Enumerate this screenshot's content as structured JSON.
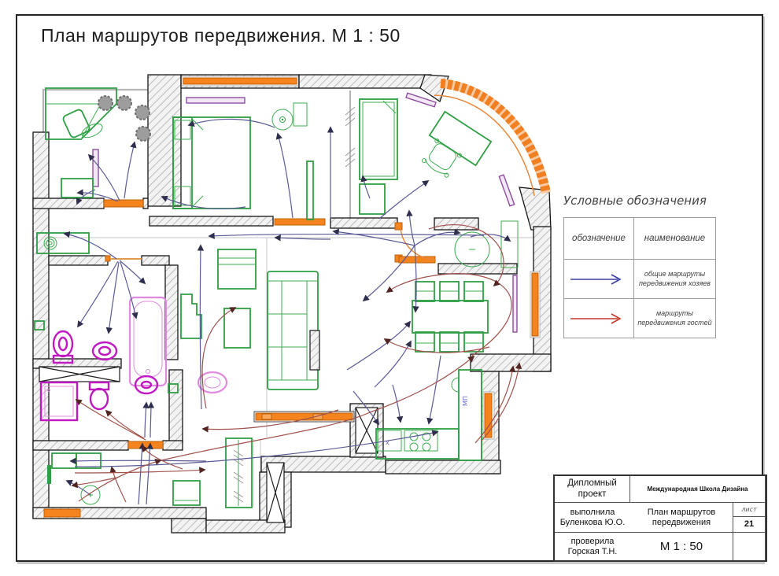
{
  "page": {
    "title": "План маршрутов передвижения. М 1 : 50"
  },
  "legend": {
    "title": "Условные обозначения",
    "columns": [
      "обозначение",
      "наименование"
    ],
    "rows": [
      {
        "symbol": "blue-route-arrow",
        "color": "#3d3da0",
        "label": "общие маршруты передвижения хозяев"
      },
      {
        "symbol": "red-route-arrow",
        "color": "#c0392b",
        "label": "маршруты передвижения гостей"
      }
    ]
  },
  "title_block": {
    "project_type": "Дипломный проект",
    "school": "Международная Школа Дизайна",
    "author_role": "выполнила",
    "author_name": "Буленкова Ю.О.",
    "drawing_title": "План маршрутов передвижения",
    "sheet_label": "лист",
    "sheet_number": "21",
    "checker_role": "проверила",
    "checker_name": "Горская Т.Н.",
    "scale": "М 1 : 50"
  },
  "plan": {
    "labels": {
      "dishwasher": "МП",
      "sink": "x"
    },
    "colors": {
      "walls_hatch": "#adadad",
      "furniture_green": "#2f9e44",
      "sanitary_magenta": "#c119c1",
      "bath_light_magenta": "#df8adf",
      "openings_orange": "#f5841e",
      "accents_purple": "#8d4d9e",
      "host_routes_blue": "#5a5a96",
      "guest_routes_red": "#a0524b"
    }
  }
}
